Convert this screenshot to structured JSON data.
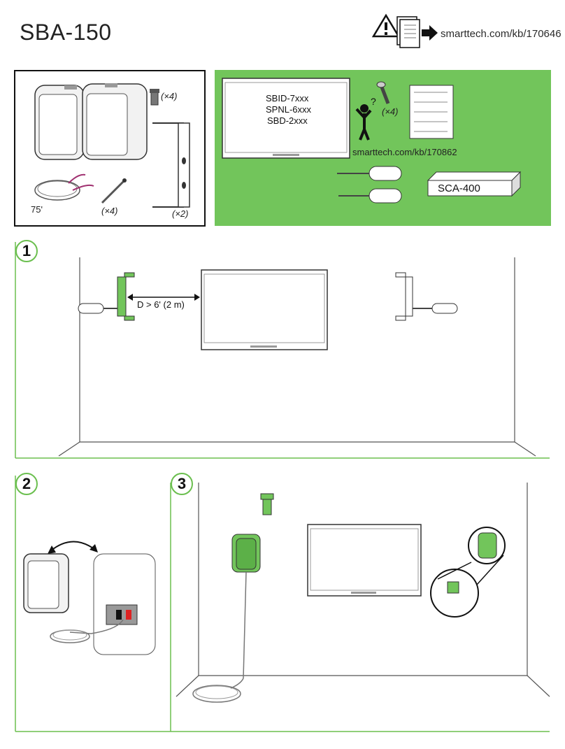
{
  "header": {
    "title": "SBA-150",
    "kb_link": "smarttech.com/kb/170646"
  },
  "contents": {
    "bolt_qty": "(×4)",
    "cable_length": "75'",
    "screw_qty": "(×4)",
    "bracket_qty": "(×2)"
  },
  "requirements": {
    "models": [
      "SBID-7xxx",
      "SPNL-6xxx",
      "SBD-2xxx"
    ],
    "screw_qty": "(×4)",
    "kb_link": "smarttech.com/kb/170862",
    "adapter": "SCA-400"
  },
  "steps": {
    "step1": {
      "number": "1",
      "distance": "D > 6' (2 m)"
    },
    "step2": {
      "number": "2"
    },
    "step3": {
      "number": "3"
    }
  },
  "colors": {
    "accent_green": "#72c55b",
    "line_green": "#6bbf4f"
  }
}
